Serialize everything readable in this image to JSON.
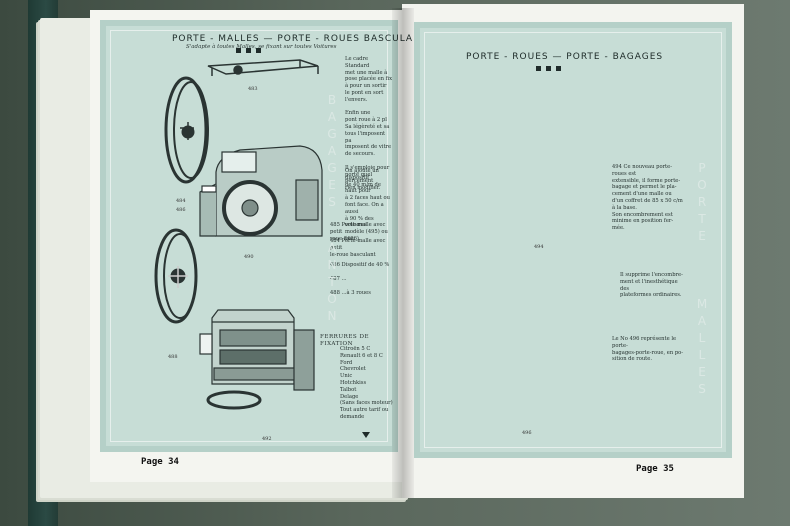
{
  "left_page": {
    "title": "PORTE - MALLES — PORTE - ROUES BASCULANT",
    "subtitle": "S'adapte à toutes Malles, se fixant sur toutes Voitures",
    "figures": [
      "483",
      "484",
      "486",
      "490",
      "488",
      "492"
    ],
    "text_top": "Le cadre Standard\nmet une malle à\npose placée en fix\nà pour un sortir\nle pont en sort\nl'envers.\n\nEnfin une\npont roue à 2 pl\nSa légèreté et sa\ntous l'imposent pa\nimposent de vitre\nde secours.\n\nIl s'emploie pour\nporte quel percement\nrien modifier.",
    "text_mid": "On ajoute un dispositif\nde 40 m/m de haut pour\nà 2 faces haut ou\nfont face. On a aussi\nà 90 % des voitures\nmodèle (495) ou (496)",
    "list_items": [
      "485 Porte-malle avec petit\nroue fixe.",
      "484 Porte-malle avec petit\nle-roue basculant",
      "486 Dispositif de 40 %",
      "487 ...",
      "488 ...à 3 roues"
    ],
    "fittings_heading": "FERRURES DE FIXATION",
    "fittings": "Citroën 5 C\nRenault 6 et 8 C\nFord\nChevrolet\nUnic\nHotchkiss\nTalbot\nDelage\n(Sans faces moteur)\nTout autre tarif ou\ndemande",
    "watermark": "BAGAGES",
    "watermark2": "ANTON",
    "page_label": "Page 34"
  },
  "right_page": {
    "title": "PORTE - ROUES — PORTE - BAGAGES",
    "figures": [
      "494",
      "496"
    ],
    "text_a": "494 Ce nouveau porte-roues est\nextensible, il forme porte-\nbagage et permet le pla-\ncement d'une malle ou\nd'un coffret de 85 x 50 c/m\nà la base.\nSon encombrement est\nminime en position fer-\nmée.",
    "text_b": "Il supprime l'encombre-\nment et l'inesthétique des\nplateformes ordinaires.",
    "text_c": "Le No 496 représente le porte-\nbagages-porte-roue, en po-\nsition de route.",
    "watermark": "PORTE",
    "watermark2": "MALLES",
    "page_label": "Page 35"
  }
}
